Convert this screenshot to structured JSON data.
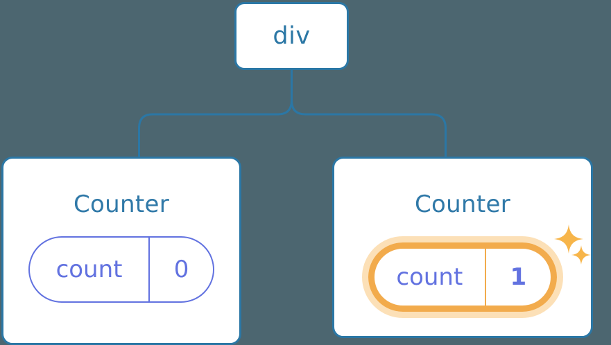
{
  "diagram": {
    "type": "component-tree",
    "background_color": "#4c6670",
    "accent_colors": {
      "node_border": "#2b77a5",
      "node_text": "#2b77a5",
      "card_title": "#3079a8",
      "state_pill": "#6272e0",
      "highlight_ring": "#f2ab4c",
      "highlight_halo": "#fce0b7",
      "sparkle": "#f5b košík"
    },
    "root": {
      "label": "div"
    },
    "children": [
      {
        "title": "Counter",
        "state": {
          "key": "count",
          "value": "0"
        },
        "highlighted": false
      },
      {
        "title": "Counter",
        "state": {
          "key": "count",
          "value": "1"
        },
        "highlighted": true,
        "sparkles": [
          "sparkle-large",
          "sparkle-small"
        ]
      }
    ]
  }
}
